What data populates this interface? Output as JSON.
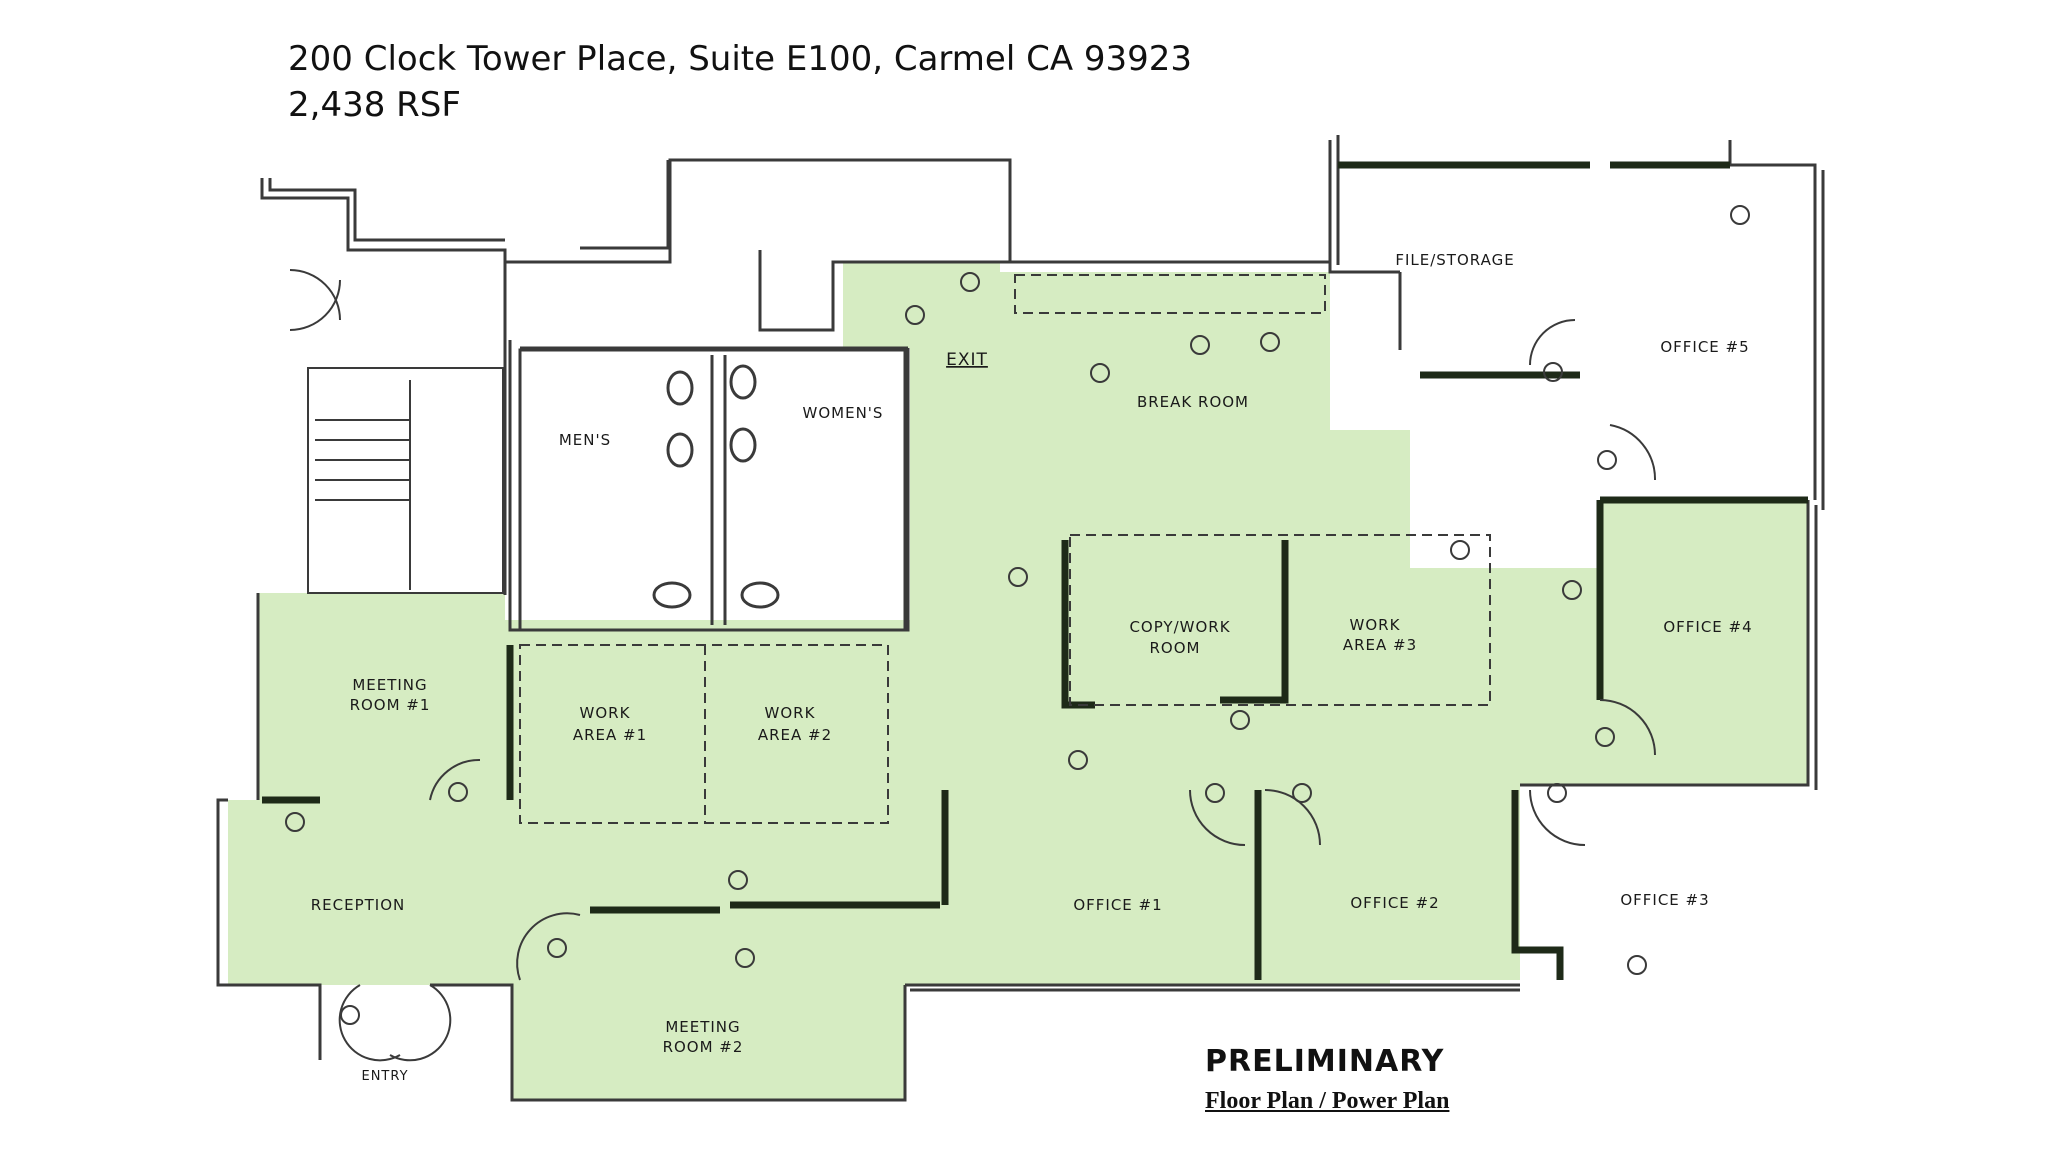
{
  "header": {
    "address": "200 Clock Tower Place, Suite E100, Carmel CA 93923",
    "area": "2,438 RSF"
  },
  "rooms": {
    "mens": "MEN'S",
    "womens": "WOMEN'S",
    "exit": "EXIT",
    "break_room": "BREAK ROOM",
    "file_storage": "FILE/STORAGE",
    "office5": "OFFICE #5",
    "meeting1_line1": "MEETING",
    "meeting1_line2": "ROOM #1",
    "work1_line1": "WORK",
    "work1_line2": "AREA #1",
    "work2_line1": "WORK",
    "work2_line2": "AREA #2",
    "copy_line1": "COPY/WORK",
    "copy_line2": "ROOM",
    "work3_line1": "WORK",
    "work3_line2": "AREA #3",
    "office4": "OFFICE #4",
    "reception": "RECEPTION",
    "office1": "OFFICE #1",
    "office2": "OFFICE #2",
    "office3": "OFFICE #3",
    "meeting2_line1": "MEETING",
    "meeting2_line2": "ROOM #2",
    "entry": "ENTRY"
  },
  "footer": {
    "stamp": "PRELIMINARY",
    "subtitle": "Floor Plan / Power Plan"
  },
  "colors": {
    "highlight": "#d6ecc2",
    "wall": "#1e2a18",
    "thin_wall": "#3a3a3a"
  }
}
